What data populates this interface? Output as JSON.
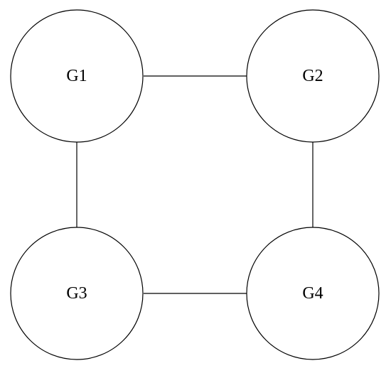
{
  "diagram": {
    "nodes": [
      {
        "id": "g1",
        "label": "G1"
      },
      {
        "id": "g2",
        "label": "G2"
      },
      {
        "id": "g3",
        "label": "G3"
      },
      {
        "id": "g4",
        "label": "G4"
      }
    ],
    "edges": [
      {
        "from": "g1",
        "to": "g2"
      },
      {
        "from": "g1",
        "to": "g3"
      },
      {
        "from": "g2",
        "to": "g4"
      },
      {
        "from": "g3",
        "to": "g4"
      }
    ]
  }
}
